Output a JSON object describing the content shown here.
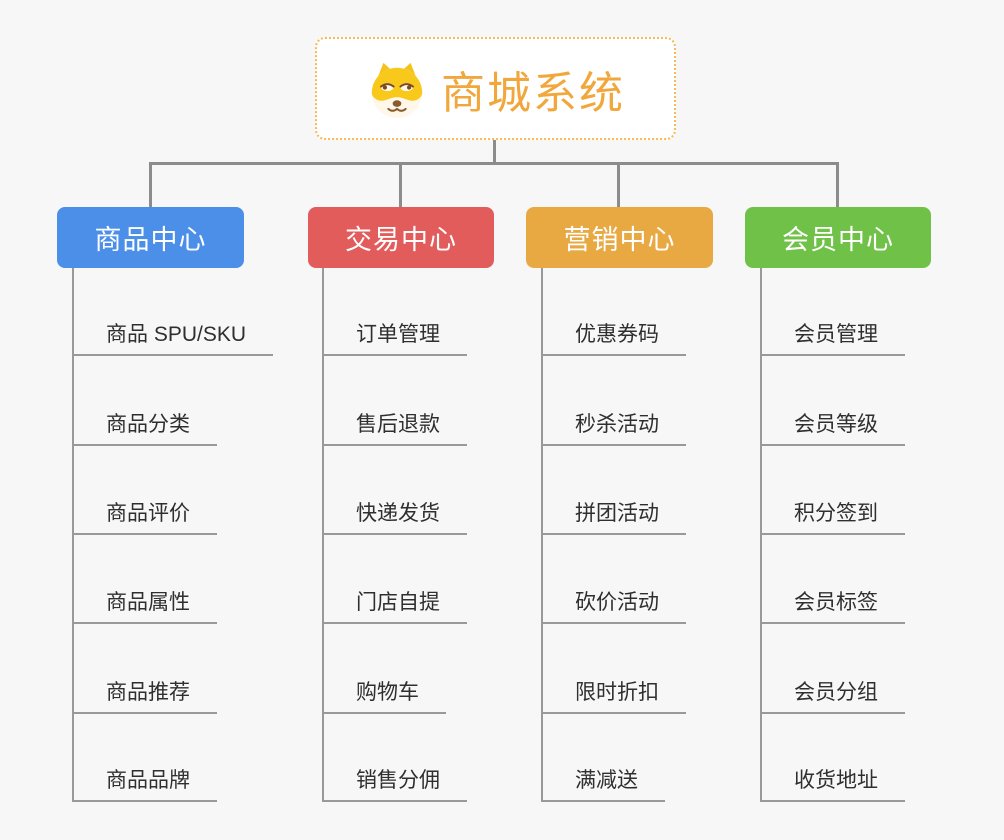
{
  "root": {
    "title": "商城系统",
    "icon": "shiba-dog-icon",
    "title_color": "#F1A73C",
    "border_color": "#F7BB55"
  },
  "connector_color": "#8C8C8C",
  "item_line_color": "#999999",
  "branches": [
    {
      "label": "商品中心",
      "color": "#4B8FE8",
      "items": [
        "商品 SPU/SKU",
        "商品分类",
        "商品评价",
        "商品属性",
        "商品推荐",
        "商品品牌"
      ]
    },
    {
      "label": "交易中心",
      "color": "#E25C5C",
      "items": [
        "订单管理",
        "售后退款",
        "快递发货",
        "门店自提",
        "购物车",
        "销售分佣"
      ]
    },
    {
      "label": "营销中心",
      "color": "#E8A943",
      "items": [
        "优惠券码",
        "秒杀活动",
        "拼团活动",
        "砍价活动",
        "限时折扣",
        "满减送"
      ]
    },
    {
      "label": "会员中心",
      "color": "#70C148",
      "items": [
        "会员管理",
        "会员等级",
        "积分签到",
        "会员标签",
        "会员分组",
        "收货地址"
      ]
    }
  ]
}
